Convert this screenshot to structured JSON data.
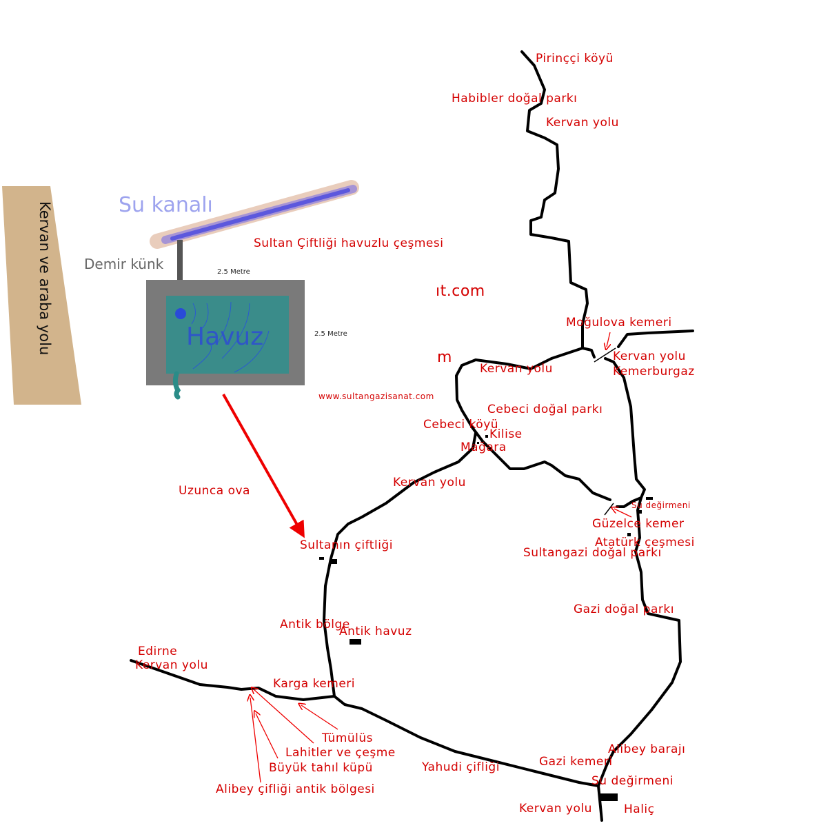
{
  "diagram": {
    "left_road": "Kervan ve araba yolu",
    "canal": "Su kanalı",
    "pipe": "Demir künk",
    "pool": "Havuz",
    "width_dim": "2.5 Metre",
    "height_dim": "2.5 Metre",
    "fountain_title": "Sultan Çiftliği havuzlu çeşmesi",
    "website": "www.sultangazisanat.com",
    "fragment_1": "ıt.com",
    "fragment_2": "m"
  },
  "places": {
    "pirincci": "Pirinççi köyü",
    "habibler": "Habibler doğal parkı",
    "kervan_n": "Kervan yolu",
    "mogulova": "Moğulova kemeri",
    "kervan_mid": "Kervan yolu",
    "kervan_ne": "Kervan yolu",
    "kemerburgaz": "Kemerburgaz",
    "cebeci_park": "Cebeci doğal parkı",
    "cebeci_koy": "Cebeci köyü",
    "kilise": "Kilise",
    "magara": "Mağara",
    "kervan_w": "Kervan yolu",
    "uzunca": "Uzunca ova",
    "su_degirmeni_1": "Su değirmeni",
    "guzelce": "Güzelce kemer",
    "ataturk": "Atatürk çeşmesi",
    "sultangazi_park": "Sultangazi doğal parkı",
    "sultanin": "Sultanın çiftliği",
    "gazi_park": "Gazi doğal parkı",
    "antik_bolge": "Antik bölge",
    "antik_havuz": "Antik havuz",
    "edirne": "Edirne",
    "kervan_edirne": "Kervan yolu",
    "karga": "Karga kemeri",
    "tumulus": "Tümülüs",
    "lahitler": "Lahitler ve çeşme",
    "buyuk_tahil": "Büyük tahıl küpü",
    "alibey_antik": "Alibey çifliği antik bölgesi",
    "yahudi": "Yahudi çifliği",
    "alibey_baraj": "Alibey barajı",
    "gazi_kemer": "Gazi kemeri",
    "su_degirmeni_2": "Su değirmeni",
    "kervan_s": "Kervan yolu",
    "halic": "Haliç"
  },
  "colors": {
    "label": "#d40000",
    "road": "#000000",
    "pool": "#3a8c8a",
    "pool_frame": "#7a7a7a",
    "side_road": "#d2b48c"
  }
}
